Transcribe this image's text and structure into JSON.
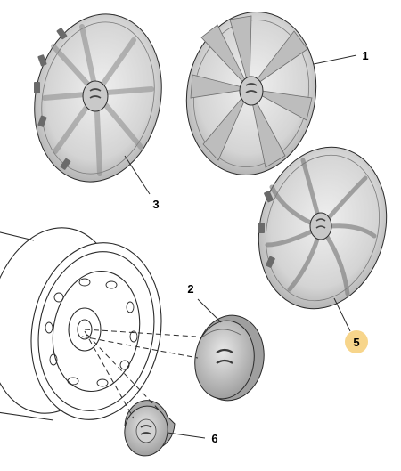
{
  "callouts": [
    {
      "id": "1",
      "label": "1"
    },
    {
      "id": "2",
      "label": "2"
    },
    {
      "id": "3",
      "label": "3"
    },
    {
      "id": "5",
      "label": "5",
      "highlight": true
    },
    {
      "id": "6",
      "label": "6"
    }
  ],
  "colors": {
    "part_fill": "#dcdcdc",
    "part_shade": "#b8b8b8",
    "part_dark": "#8c8c8c",
    "outline": "#2b2b2b",
    "rim_fill": "#ffffff",
    "highlight": "#f7d58b"
  },
  "icons": [
    "wheel-cover-icon",
    "steel-rim-icon",
    "center-cap-icon",
    "hub-cap-icon"
  ]
}
